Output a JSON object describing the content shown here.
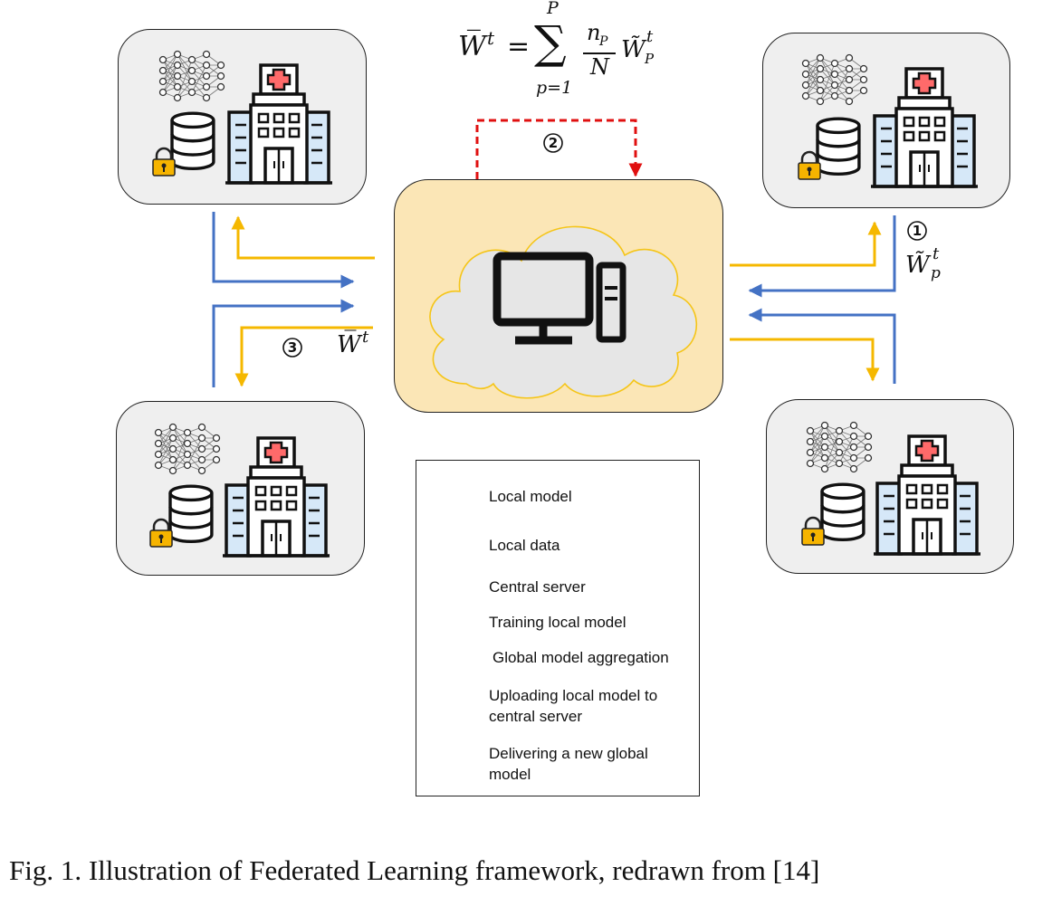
{
  "figure": {
    "formula": {
      "lhs": "W̅",
      "lhs_sup": "t",
      "equals": "=",
      "sum_sign": "∑",
      "sum_upper": "P",
      "sum_lower": "p=1",
      "frac_num": "n",
      "frac_num_sub": "P",
      "frac_den": "N",
      "term": "W̃",
      "term_sup": "t",
      "term_sub": "P"
    },
    "steps": {
      "upload": "1",
      "aggregate": "2",
      "deliver": "3"
    },
    "upload_label": {
      "base": "W̃",
      "sup": "t",
      "sub": "p"
    },
    "deliver_label": {
      "base": "W̅",
      "sup": "t"
    },
    "legend": {
      "local_model": "Local model",
      "local_data": "Local data",
      "central_server": "Central server",
      "training": "Training local model",
      "aggregation": "Global model aggregation",
      "uploading_line1": "Uploading local model to",
      "uploading_line2": "central server",
      "delivering_line1": "Delivering a new global",
      "delivering_line2": "model"
    },
    "caption": "Fig. 1.  Illustration of Federated Learning framework, redrawn from [14]",
    "colors": {
      "upload_blue": "#4472c4",
      "deliver_yellow": "#f5b800",
      "aggregation_red": "#e01010",
      "site_bg": "#efefef",
      "server_bg": "#fbe6b6",
      "cloud_bg": "#e6e6e6",
      "building": "#d6e8f8",
      "lock": "#f6b400"
    },
    "icons": [
      "neural-network-icon",
      "hospital-icon",
      "database-icon",
      "lock-icon",
      "computer-icon"
    ]
  }
}
